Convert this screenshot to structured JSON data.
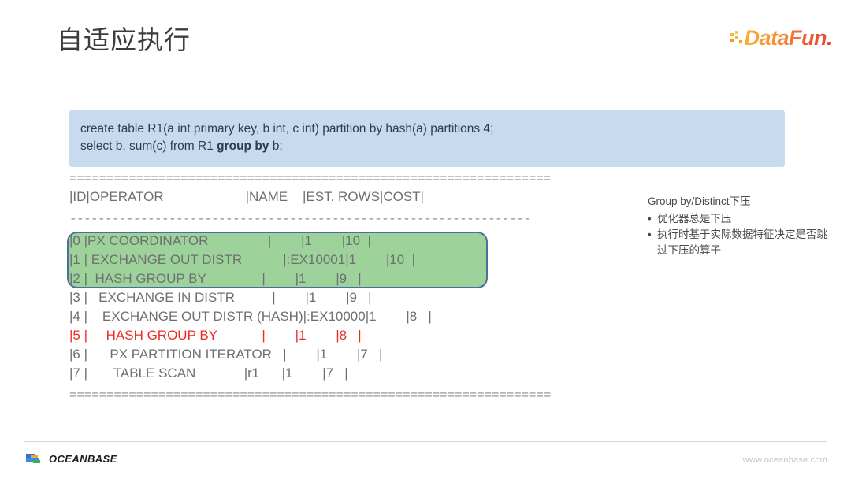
{
  "header": {
    "title": "自适应执行",
    "brand": {
      "name": "DataFun.",
      "dots_icon": "datafun-dots-icon",
      "accent_color": "#f5a623",
      "accent_color_end": "#e8442f"
    }
  },
  "sql_block": {
    "background_color": "#c8daee",
    "lines": [
      {
        "prefix": "create table R1(a int primary key, b int, c int) partition by hash(a) partitions 4;",
        "bold": "",
        "suffix": ""
      },
      {
        "prefix": "select b, sum(c) from R1 ",
        "bold": "group by",
        "suffix": " b;"
      }
    ]
  },
  "plan": {
    "top_rule": "=================================================================",
    "header_row": "|ID|OPERATOR                      |NAME    |EST. ROWS|COST|",
    "mid_rule": "-----------------------------------------------------------------",
    "bottom_rule": "=================================================================",
    "rows": [
      {
        "id": "0",
        "text": "|0 |PX COORDINATOR                |        |1        |10  |",
        "highlighted": false,
        "red": false
      },
      {
        "id": "1",
        "text": "|1 | EXCHANGE OUT DISTR           |:EX10001|1        |10  |",
        "highlighted": false,
        "red": false
      },
      {
        "id": "2",
        "text": "|2 |  HASH GROUP BY               |        |1        |9   |",
        "highlighted": false,
        "red": false
      },
      {
        "id": "3",
        "text": "|3 |   EXCHANGE IN DISTR          |        |1        |9   |",
        "highlighted": true,
        "red": false
      },
      {
        "id": "4",
        "text": "|4 |    EXCHANGE OUT DISTR (HASH)|:EX10000|1        |8   |",
        "highlighted": true,
        "red": false
      },
      {
        "id": "5",
        "text": "|5 |     HASH GROUP BY            |        |1        |8   |",
        "highlighted": true,
        "red": true
      },
      {
        "id": "6",
        "text": "|6 |      PX PARTITION ITERATOR   |        |1        |7   |",
        "highlighted": false,
        "red": false
      },
      {
        "id": "7",
        "text": "|7 |       TABLE SCAN             |r1      |1        |7   |",
        "highlighted": false,
        "red": false
      }
    ],
    "highlight": {
      "fill_color": "#9ed29b",
      "border_color": "#4a6f9e"
    },
    "red_text_color": "#ee2b25"
  },
  "notes": {
    "title": "Group by/Distinct下压",
    "bullet_glyph": "•",
    "items": [
      "优化器总是下压",
      "执行时基于实际数据特征决定是否跳过下压的算子"
    ]
  },
  "footer": {
    "logo_text": "OCEANBASE",
    "logo_icon": "oceanbase-mark-icon",
    "url": "www.oceanbase.com"
  }
}
